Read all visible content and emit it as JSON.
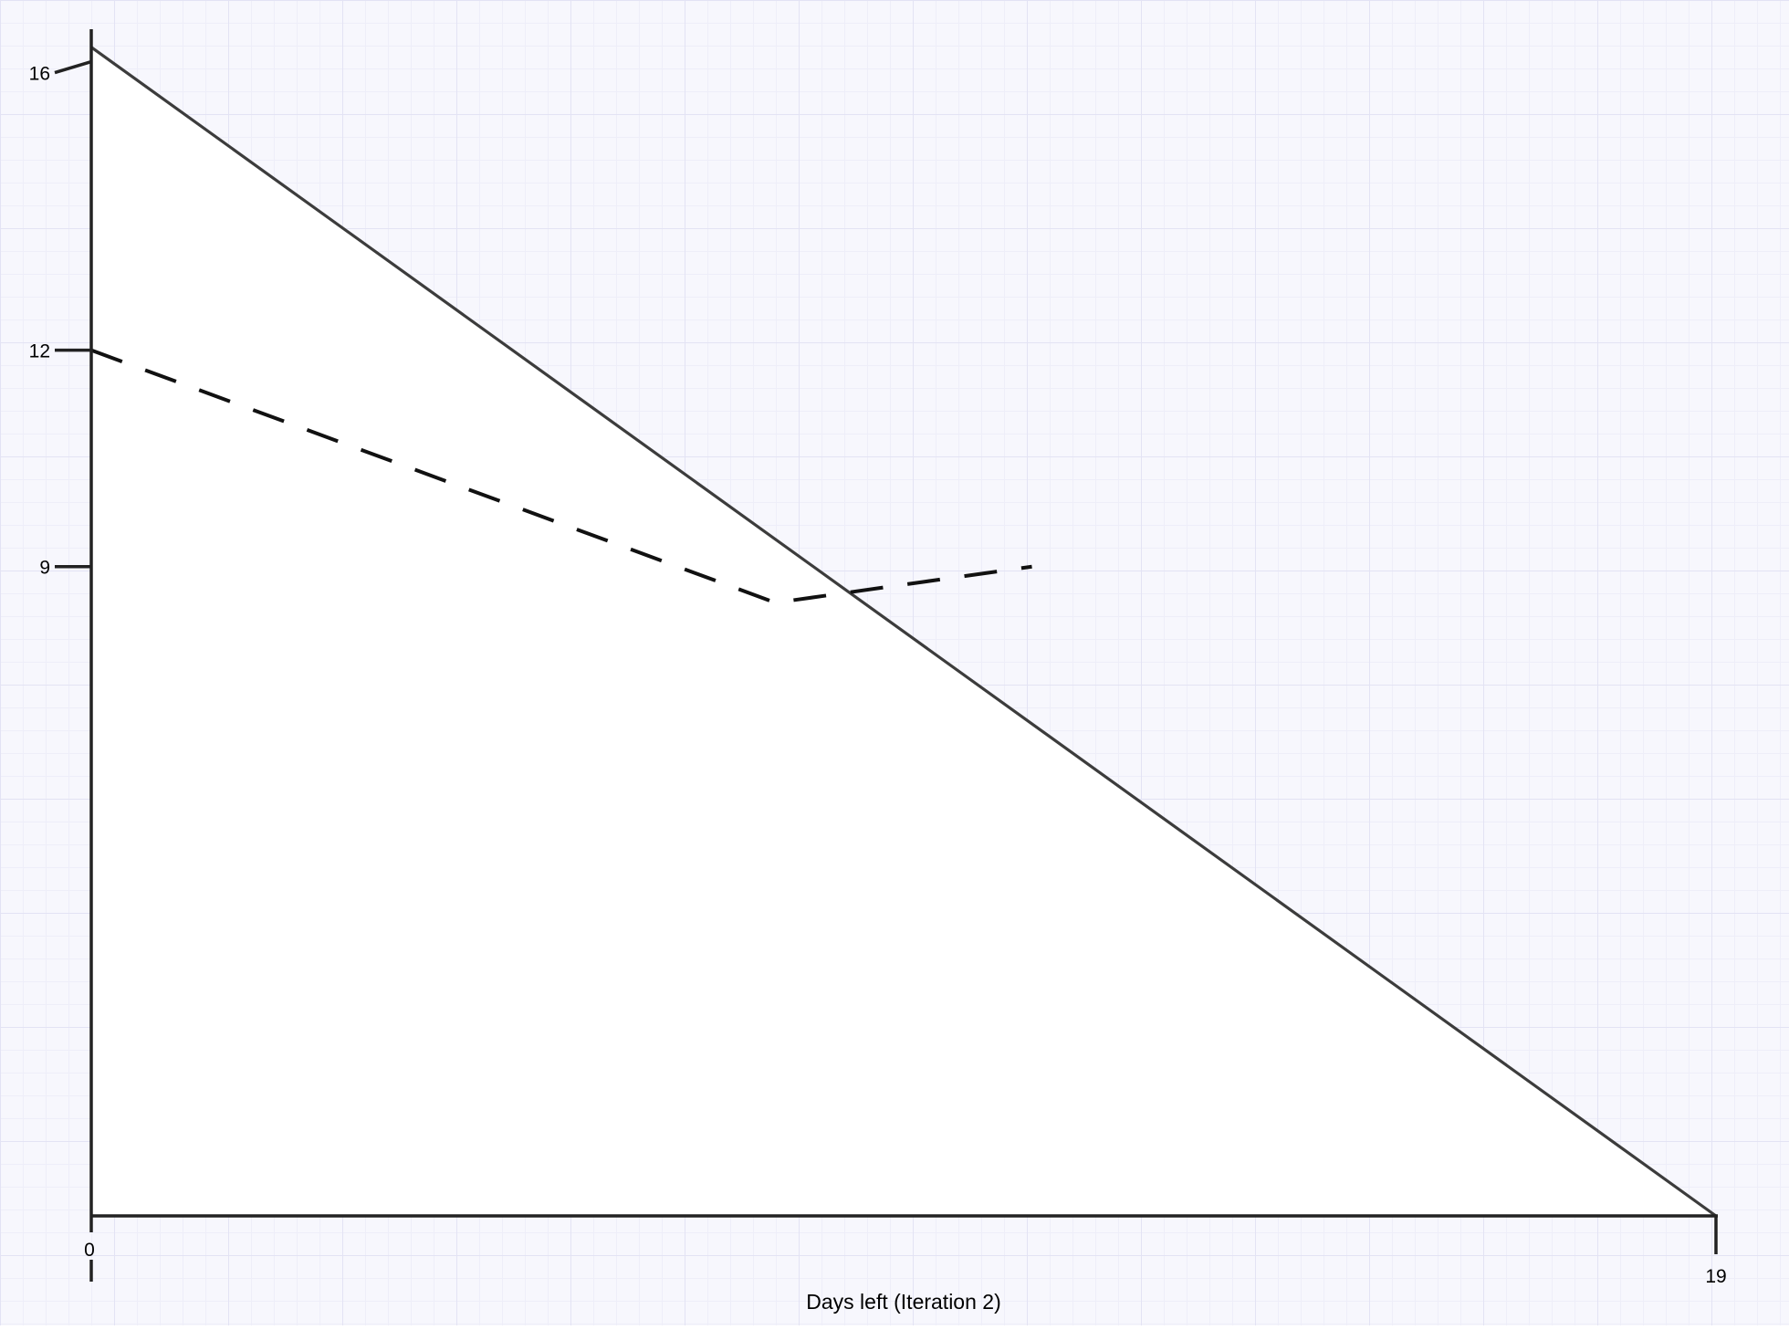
{
  "chart_data": {
    "type": "line",
    "title": "",
    "xlabel": "Days left (Iteration 2)",
    "ylabel": "",
    "xlim": [
      0,
      19
    ],
    "ylim": [
      0,
      16.5
    ],
    "x_ticks": [
      {
        "value": 0,
        "label": "0"
      },
      {
        "value": 19,
        "label": "19"
      }
    ],
    "y_ticks": [
      {
        "value": 16,
        "label": "16"
      },
      {
        "value": 12,
        "label": "12"
      },
      {
        "value": 9,
        "label": "9"
      }
    ],
    "grid": true,
    "legend": "none",
    "series": [
      {
        "style": "solid",
        "color": "#3c3c3c",
        "x": [
          0,
          19
        ],
        "y": [
          16.2,
          0
        ]
      },
      {
        "style": "dashed",
        "color": "#111111",
        "x": [
          0,
          8,
          11
        ],
        "y": [
          12,
          8.5,
          9
        ]
      }
    ]
  },
  "colors": {
    "plot_fill": "#ffffff",
    "axis": "#222222",
    "grid_major": "#e3e3f4",
    "grid_minor": "#eeeef9"
  }
}
